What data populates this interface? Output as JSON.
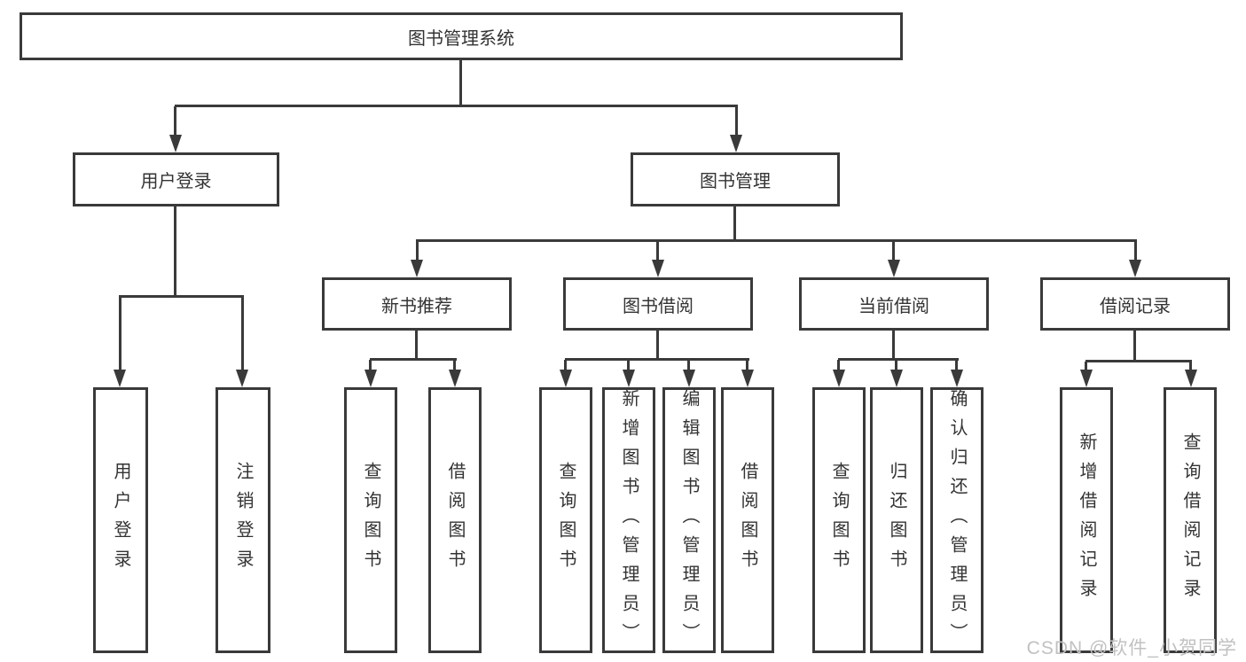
{
  "diagram": {
    "root": {
      "label": "图书管理系统"
    },
    "level2": [
      {
        "label": "用户登录"
      },
      {
        "label": "图书管理"
      }
    ],
    "level3": [
      {
        "label": "新书推荐",
        "parent": "图书管理"
      },
      {
        "label": "图书借阅",
        "parent": "图书管理"
      },
      {
        "label": "当前借阅",
        "parent": "图书管理"
      },
      {
        "label": "借阅记录",
        "parent": "图书管理"
      }
    ],
    "leaves": [
      {
        "label": "用户登录",
        "parent": "用户登录"
      },
      {
        "label": "注销登录",
        "parent": "用户登录"
      },
      {
        "label": "查询图书",
        "parent": "新书推荐"
      },
      {
        "label": "借阅图书",
        "parent": "新书推荐"
      },
      {
        "label": "查询图书",
        "parent": "图书借阅"
      },
      {
        "label": "新增图书（管理员）",
        "parent": "图书借阅"
      },
      {
        "label": "编辑图书（管理员）",
        "parent": "图书借阅"
      },
      {
        "label": "借阅图书",
        "parent": "图书借阅"
      },
      {
        "label": "查询图书",
        "parent": "当前借阅"
      },
      {
        "label": "归还图书",
        "parent": "当前借阅"
      },
      {
        "label": "确认归还（管理员）",
        "parent": "当前借阅"
      },
      {
        "label": "新增借阅记录",
        "parent": "借阅记录"
      },
      {
        "label": "查询借阅记录",
        "parent": "借阅记录"
      }
    ],
    "watermark": "CSDN @软件_小贺同学",
    "colors": {
      "line": "#3a3a3a",
      "text": "#333333",
      "watermark": "#c1c1c1"
    }
  }
}
